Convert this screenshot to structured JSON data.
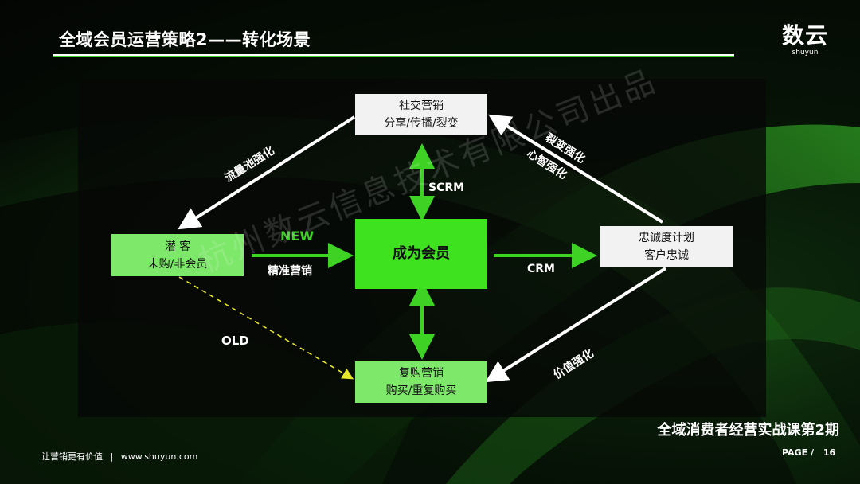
{
  "slide": {
    "title": "全域会员运营策略2——转化场景",
    "logo_text": "数云",
    "logo_sub": "shuyun",
    "course_title": "全域消费者经营实战课第2期",
    "footer_slogan": "让营销更有价值",
    "footer_separator": "|",
    "footer_url": "www.shuyun.com",
    "page_label": "PAGE /",
    "page_number": "16",
    "watermark": "杭州数云信息技术有限公司出品"
  },
  "diagram": {
    "social": {
      "line1": "社交营销",
      "line2": "分享/传播/裂变"
    },
    "prospect": {
      "line1": "潜 客",
      "line2": "未购/非会员"
    },
    "member": {
      "label": "成为会员"
    },
    "loyalty": {
      "line1": "忠诚度计划",
      "line2": "客户忠诚"
    },
    "repurchase": {
      "line1": "复购营销",
      "line2": "购买/重复购买"
    },
    "labels": {
      "flow_pool": "流量池强化",
      "fission": "裂变强化",
      "mind": "心智强化",
      "scrm": "SCRM",
      "new": "NEW",
      "precision": "精准营销",
      "crm": "CRM",
      "old": "OLD",
      "value": "价值强化"
    },
    "colors": {
      "arrow_green": "#3dd224",
      "arrow_white": "#ffffff",
      "dashed_yellow": "#e6e62a"
    }
  }
}
